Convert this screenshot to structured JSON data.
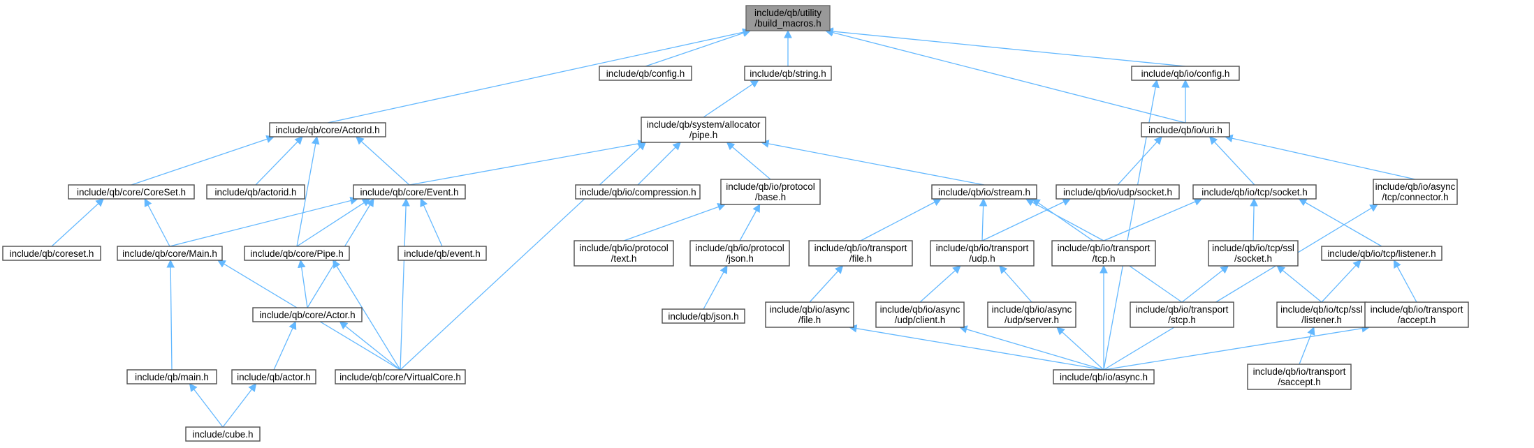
{
  "colors": {
    "edge": "#63b8ff",
    "node_border": "#4d4d4d",
    "root_fill": "#999999",
    "background": "#ffffff"
  },
  "nodes": [
    {
      "id": "build_macros",
      "lines": [
        "include/qb/utility",
        "/build_macros.h"
      ],
      "root": true
    },
    {
      "id": "config",
      "lines": [
        "include/qb/config.h"
      ]
    },
    {
      "id": "string",
      "lines": [
        "include/qb/string.h"
      ]
    },
    {
      "id": "io_config",
      "lines": [
        "include/qb/io/config.h"
      ]
    },
    {
      "id": "actorid_core",
      "lines": [
        "include/qb/core/ActorId.h"
      ]
    },
    {
      "id": "pipe_alloc",
      "lines": [
        "include/qb/system/allocator",
        "/pipe.h"
      ]
    },
    {
      "id": "uri",
      "lines": [
        "include/qb/io/uri.h"
      ]
    },
    {
      "id": "coreset_core",
      "lines": [
        "include/qb/core/CoreSet.h"
      ]
    },
    {
      "id": "actorid_lower",
      "lines": [
        "include/qb/actorid.h"
      ]
    },
    {
      "id": "event_core",
      "lines": [
        "include/qb/core/Event.h"
      ]
    },
    {
      "id": "compression",
      "lines": [
        "include/qb/io/compression.h"
      ]
    },
    {
      "id": "protocol_base",
      "lines": [
        "include/qb/io/protocol",
        "/base.h"
      ]
    },
    {
      "id": "stream",
      "lines": [
        "include/qb/io/stream.h"
      ]
    },
    {
      "id": "udp_socket",
      "lines": [
        "include/qb/io/udp/socket.h"
      ]
    },
    {
      "id": "tcp_socket",
      "lines": [
        "include/qb/io/tcp/socket.h"
      ]
    },
    {
      "id": "tcp_connector",
      "lines": [
        "include/qb/io/async",
        "/tcp/connector.h"
      ]
    },
    {
      "id": "coreset_lower",
      "lines": [
        "include/qb/coreset.h"
      ]
    },
    {
      "id": "main_core",
      "lines": [
        "include/qb/core/Main.h"
      ]
    },
    {
      "id": "pipe_core",
      "lines": [
        "include/qb/core/Pipe.h"
      ]
    },
    {
      "id": "event_lower",
      "lines": [
        "include/qb/event.h"
      ]
    },
    {
      "id": "protocol_text",
      "lines": [
        "include/qb/io/protocol",
        "/text.h"
      ]
    },
    {
      "id": "protocol_json",
      "lines": [
        "include/qb/io/protocol",
        "/json.h"
      ]
    },
    {
      "id": "transport_file",
      "lines": [
        "include/qb/io/transport",
        "/file.h"
      ]
    },
    {
      "id": "transport_udp",
      "lines": [
        "include/qb/io/transport",
        "/udp.h"
      ]
    },
    {
      "id": "transport_tcp",
      "lines": [
        "include/qb/io/transport",
        "/tcp.h"
      ]
    },
    {
      "id": "tcp_ssl_socket",
      "lines": [
        "include/qb/io/tcp/ssl",
        "/socket.h"
      ]
    },
    {
      "id": "tcp_listener",
      "lines": [
        "include/qb/io/tcp/listener.h"
      ]
    },
    {
      "id": "actor_core",
      "lines": [
        "include/qb/core/Actor.h"
      ]
    },
    {
      "id": "json",
      "lines": [
        "include/qb/json.h"
      ]
    },
    {
      "id": "async_file",
      "lines": [
        "include/qb/io/async",
        "/file.h"
      ]
    },
    {
      "id": "udp_client",
      "lines": [
        "include/qb/io/async",
        "/udp/client.h"
      ]
    },
    {
      "id": "udp_server",
      "lines": [
        "include/qb/io/async",
        "/udp/server.h"
      ]
    },
    {
      "id": "transport_stcp",
      "lines": [
        "include/qb/io/transport",
        "/stcp.h"
      ]
    },
    {
      "id": "tcp_ssl_listener",
      "lines": [
        "include/qb/io/tcp/ssl",
        "/listener.h"
      ]
    },
    {
      "id": "transport_accept",
      "lines": [
        "include/qb/io/transport",
        "/accept.h"
      ]
    },
    {
      "id": "main_lower",
      "lines": [
        "include/qb/main.h"
      ]
    },
    {
      "id": "actor_lower",
      "lines": [
        "include/qb/actor.h"
      ]
    },
    {
      "id": "virtualcore",
      "lines": [
        "include/qb/core/VirtualCore.h"
      ]
    },
    {
      "id": "async",
      "lines": [
        "include/qb/io/async.h"
      ]
    },
    {
      "id": "transport_saccept",
      "lines": [
        "include/qb/io/transport",
        "/saccept.h"
      ]
    },
    {
      "id": "cube",
      "lines": [
        "include/cube.h"
      ]
    }
  ],
  "edges": [
    [
      "config",
      "build_macros"
    ],
    [
      "string",
      "build_macros"
    ],
    [
      "io_config",
      "build_macros"
    ],
    [
      "actorid_core",
      "build_macros"
    ],
    [
      "uri",
      "build_macros"
    ],
    [
      "pipe_alloc",
      "string"
    ],
    [
      "uri",
      "io_config"
    ],
    [
      "async",
      "io_config"
    ],
    [
      "coreset_core",
      "actorid_core"
    ],
    [
      "actorid_lower",
      "actorid_core"
    ],
    [
      "event_core",
      "actorid_core"
    ],
    [
      "pipe_core",
      "actorid_core"
    ],
    [
      "event_core",
      "pipe_alloc"
    ],
    [
      "compression",
      "pipe_alloc"
    ],
    [
      "protocol_base",
      "pipe_alloc"
    ],
    [
      "stream",
      "pipe_alloc"
    ],
    [
      "virtualcore",
      "pipe_alloc"
    ],
    [
      "udp_socket",
      "uri"
    ],
    [
      "tcp_socket",
      "uri"
    ],
    [
      "tcp_connector",
      "uri"
    ],
    [
      "coreset_lower",
      "coreset_core"
    ],
    [
      "main_core",
      "coreset_core"
    ],
    [
      "main_core",
      "event_core"
    ],
    [
      "pipe_core",
      "event_core"
    ],
    [
      "event_lower",
      "event_core"
    ],
    [
      "actor_core",
      "event_core"
    ],
    [
      "virtualcore",
      "event_core"
    ],
    [
      "protocol_text",
      "protocol_base"
    ],
    [
      "protocol_json",
      "protocol_base"
    ],
    [
      "transport_file",
      "stream"
    ],
    [
      "transport_udp",
      "stream"
    ],
    [
      "transport_tcp",
      "stream"
    ],
    [
      "transport_stcp",
      "stream"
    ],
    [
      "transport_udp",
      "udp_socket"
    ],
    [
      "transport_tcp",
      "tcp_socket"
    ],
    [
      "tcp_ssl_socket",
      "tcp_socket"
    ],
    [
      "tcp_listener",
      "tcp_socket"
    ],
    [
      "async",
      "tcp_connector"
    ],
    [
      "main_lower",
      "main_core"
    ],
    [
      "virtualcore",
      "main_core"
    ],
    [
      "actor_core",
      "pipe_core"
    ],
    [
      "virtualcore",
      "pipe_core"
    ],
    [
      "json",
      "protocol_json"
    ],
    [
      "async_file",
      "transport_file"
    ],
    [
      "udp_client",
      "transport_udp"
    ],
    [
      "udp_server",
      "transport_udp"
    ],
    [
      "async",
      "transport_tcp"
    ],
    [
      "transport_stcp",
      "tcp_ssl_socket"
    ],
    [
      "tcp_ssl_listener",
      "tcp_ssl_socket"
    ],
    [
      "tcp_ssl_listener",
      "tcp_listener"
    ],
    [
      "transport_accept",
      "tcp_listener"
    ],
    [
      "actor_lower",
      "actor_core"
    ],
    [
      "virtualcore",
      "actor_core"
    ],
    [
      "async",
      "async_file"
    ],
    [
      "async",
      "udp_client"
    ],
    [
      "async",
      "udp_server"
    ],
    [
      "transport_saccept",
      "tcp_ssl_listener"
    ],
    [
      "async",
      "transport_accept"
    ],
    [
      "cube",
      "main_lower"
    ],
    [
      "cube",
      "actor_lower"
    ]
  ]
}
